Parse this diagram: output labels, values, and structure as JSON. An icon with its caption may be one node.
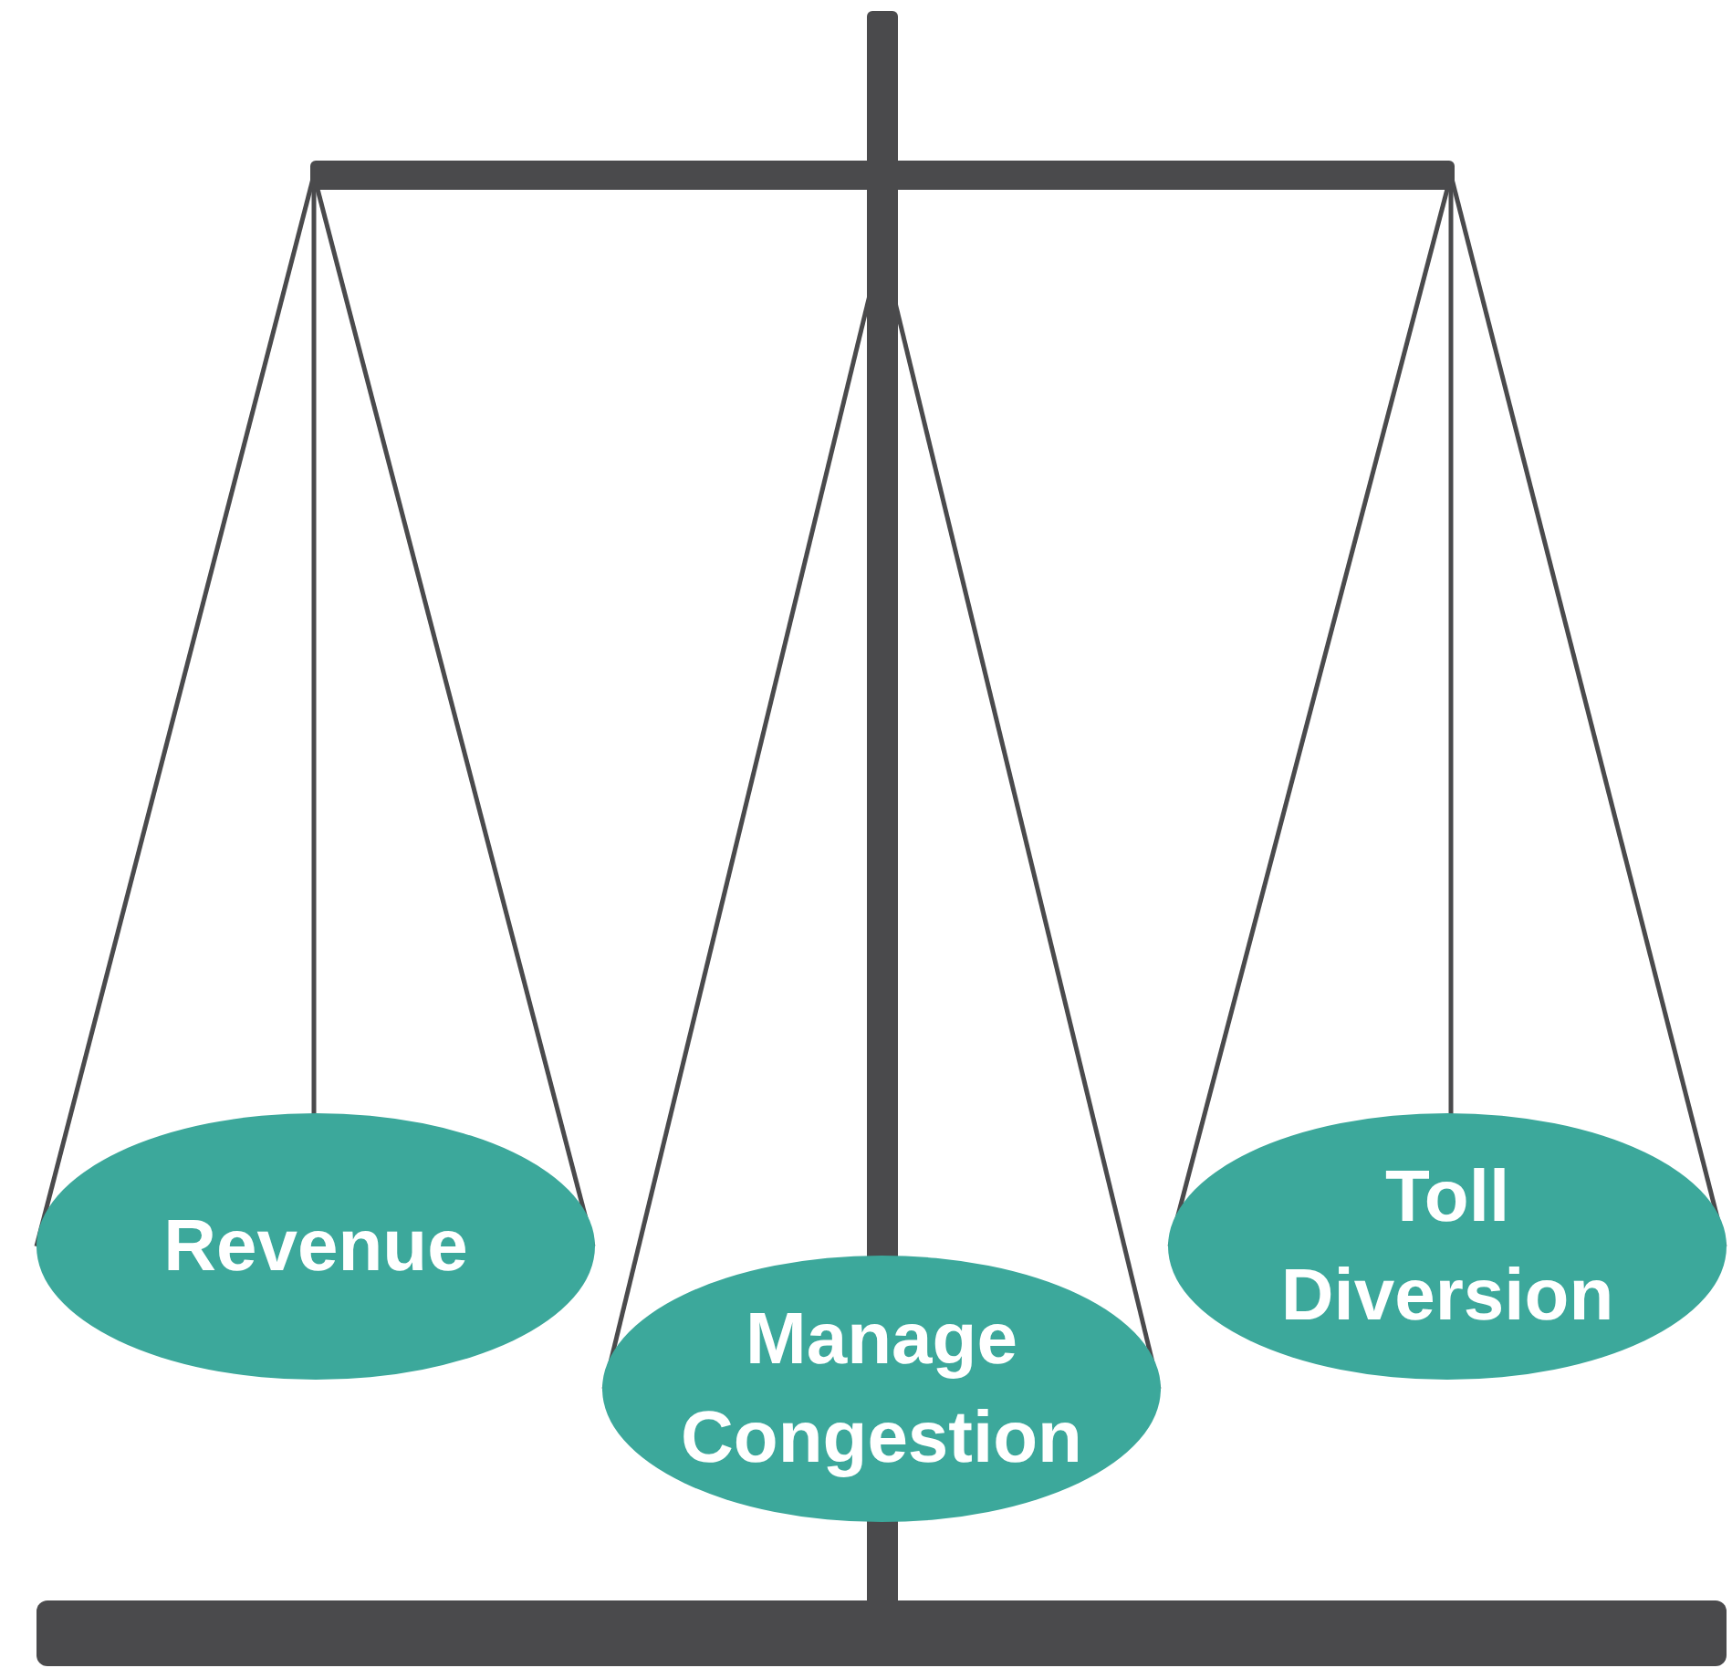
{
  "diagram": {
    "nodes": [
      {
        "text": [
          "Revenue"
        ]
      },
      {
        "text": [
          "Manage Congestion"
        ]
      },
      {
        "text": [
          "Toll Diversion"
        ]
      }
    ]
  }
}
